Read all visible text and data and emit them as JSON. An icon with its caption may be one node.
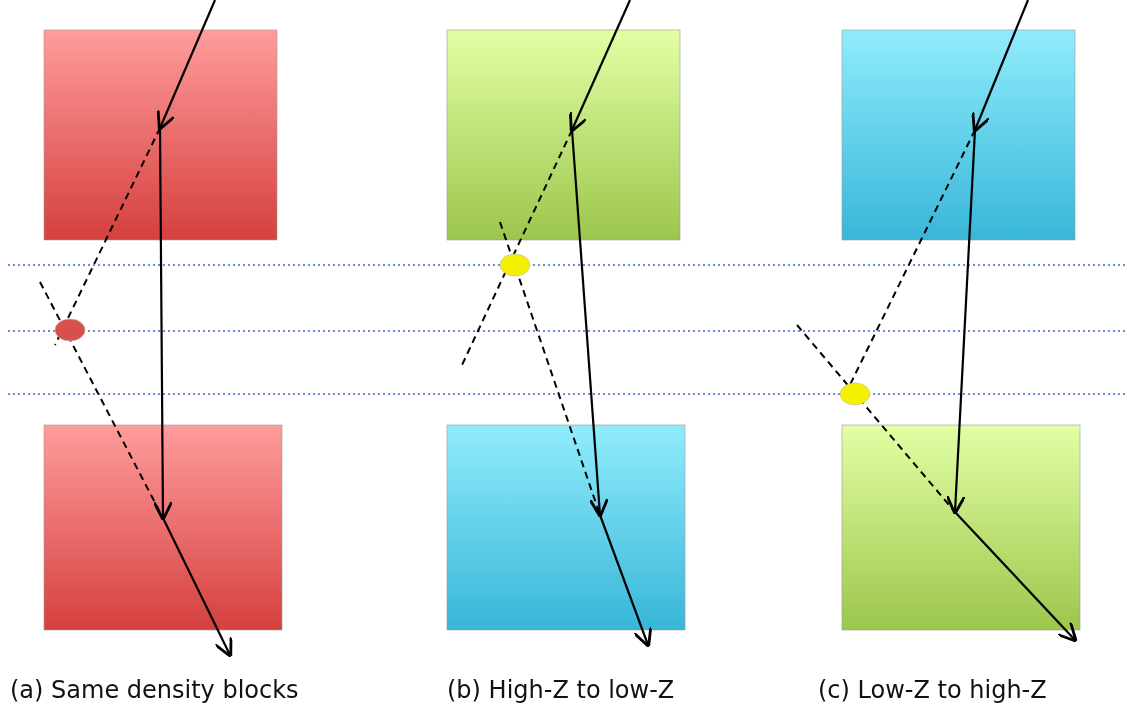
{
  "diagram": {
    "labels": [
      "(a) Same density blocks",
      "(b) High-Z to low-Z",
      "(c) Low-Z to high-Z"
    ]
  }
}
